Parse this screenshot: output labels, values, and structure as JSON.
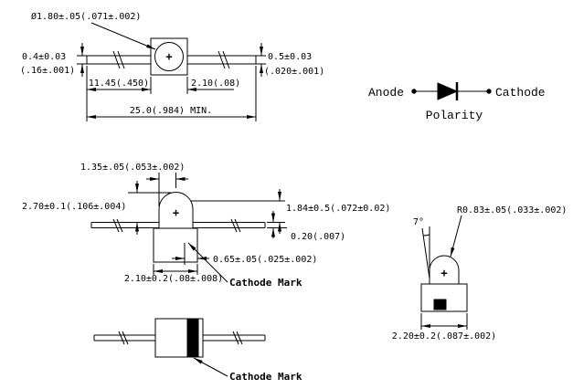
{
  "top_view": {
    "dome_diameter": "Ø1.80±.05(.071±.002)",
    "lead_width_left_mm": "0.4±0.03",
    "lead_width_left_in": "(.16±.001)",
    "lead_width_right_mm": "0.5±0.03",
    "lead_width_right_in": "(.020±.001)",
    "lead_length": "11.45(.450)",
    "body_width": "2.10(.08)",
    "overall_length": "25.0(.984) MIN.",
    "polarity_plus": "+"
  },
  "polarity_symbol": {
    "anode_label": "Anode",
    "cathode_label": "Cathode",
    "caption": "Polarity"
  },
  "front_view": {
    "dome_half_width": "1.35±.05(.053±.002)",
    "overall_height": "2.70±0.1(.106±.004)",
    "dome_height": "1.84±0.5(.072±0.02)",
    "lead_thickness": "0.20(.007)",
    "mark_offset": "0.65±.05(.025±.002)",
    "base_width": "2.10±0.2(.08±.008)",
    "cathode_mark_label": "Cathode Mark",
    "polarity_plus": "+"
  },
  "axial_view": {
    "cathode_mark_label": "Cathode Mark"
  },
  "detail_view": {
    "tip_radius": "R0.83±.05(.033±.002)",
    "draft_angle": "7°",
    "base_width": "2.20±0.2(.087±.002)",
    "polarity_plus": "+"
  }
}
